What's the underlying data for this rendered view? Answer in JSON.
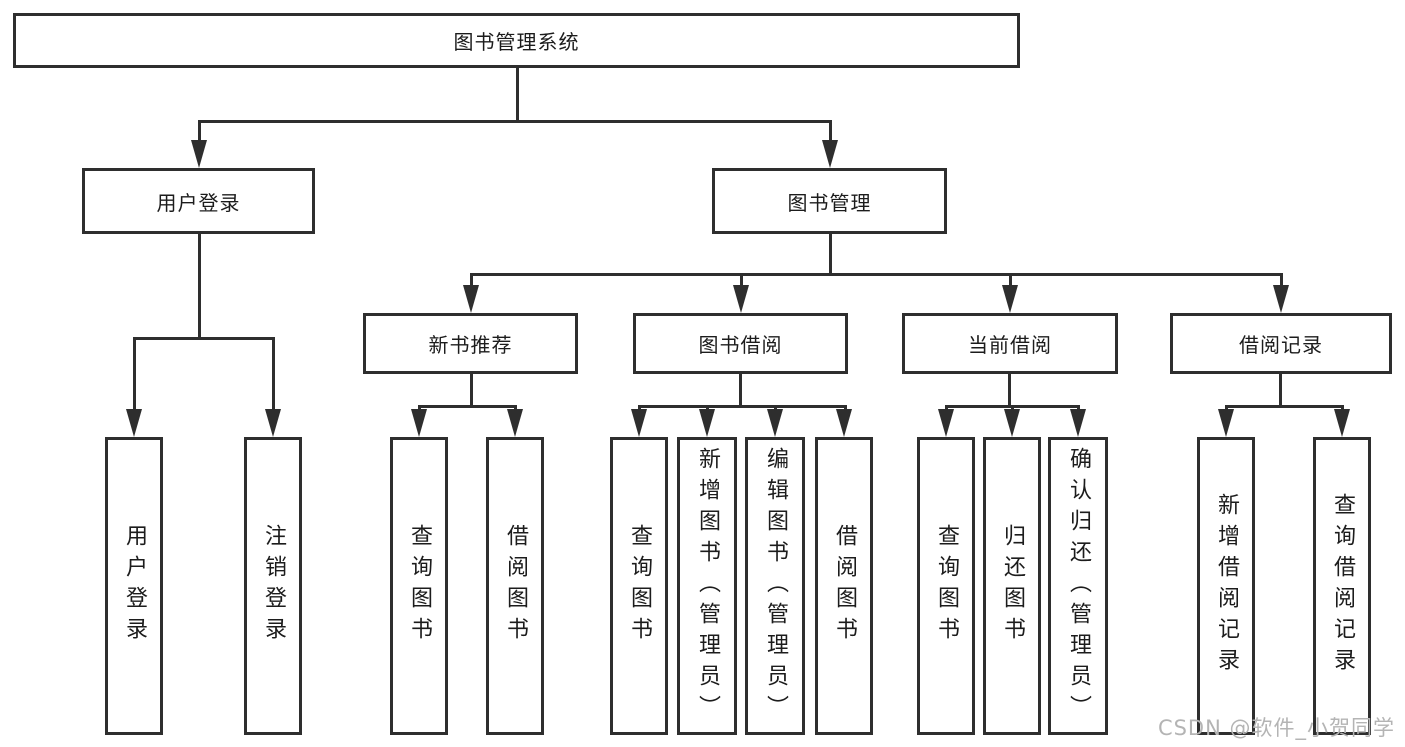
{
  "diagram_type": "hierarchy-flowchart",
  "tree": {
    "label": "图书管理系统",
    "children": [
      {
        "label": "用户登录",
        "children": [
          {
            "label": "用户登录"
          },
          {
            "label": "注销登录"
          }
        ]
      },
      {
        "label": "图书管理",
        "children": [
          {
            "label": "新书推荐",
            "children": [
              {
                "label": "查询图书"
              },
              {
                "label": "借阅图书"
              }
            ]
          },
          {
            "label": "图书借阅",
            "children": [
              {
                "label": "查询图书"
              },
              {
                "label": "新增图书（管理员）"
              },
              {
                "label": "编辑图书（管理员）"
              },
              {
                "label": "借阅图书"
              }
            ]
          },
          {
            "label": "当前借阅",
            "children": [
              {
                "label": "查询图书"
              },
              {
                "label": "归还图书"
              },
              {
                "label": "确认归还（管理员）"
              }
            ]
          },
          {
            "label": "借阅记录",
            "children": [
              {
                "label": "新增借阅记录"
              },
              {
                "label": "查询借阅记录"
              }
            ]
          }
        ]
      }
    ]
  },
  "watermark": "CSDN @软件_小贺同学",
  "colors": {
    "line": "#2e2e2e",
    "box_border": "#2e2e2e",
    "text": "#1c1c1c",
    "watermark": "#b4b4b4",
    "background": "#ffffff"
  }
}
